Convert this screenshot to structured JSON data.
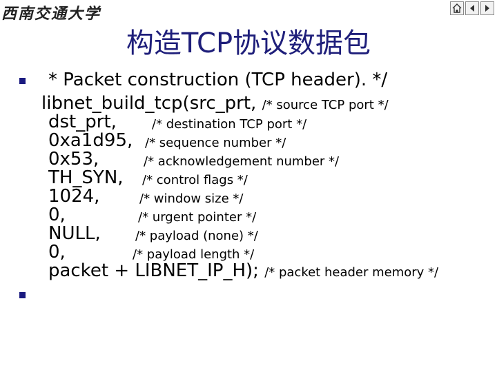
{
  "logo": {
    "text": "西南交通大学"
  },
  "title": "构造TCP协议数据包",
  "nav": {
    "home_icon": "home-icon",
    "prev_icon": "left-arrow-icon",
    "next_icon": "right-arrow-icon"
  },
  "code": {
    "header": "* Packet construction (TCP header). */",
    "call": "libnet_build_tcp(src_prt,",
    "call_comment": "/* source TCP port */",
    "args": [
      {
        "text": "dst_prt,",
        "comment": "/* destination TCP port */"
      },
      {
        "text": "0xa1d95,",
        "comment": "/* sequence number */"
      },
      {
        "text": "0x53,",
        "comment": "/* acknowledgement number */"
      },
      {
        "text": "TH_SYN,",
        "comment": "/* control flags */"
      },
      {
        "text": "1024,",
        "comment": "/* window size */"
      },
      {
        "text": "0,",
        "comment": "/* urgent pointer */"
      },
      {
        "text": "NULL,",
        "comment": "/* payload (none) */"
      },
      {
        "text": "0,",
        "comment": "/* payload length */"
      },
      {
        "text": "packet + LIBNET_IP_H);",
        "comment": "/* packet header memory */"
      }
    ]
  },
  "colors": {
    "title": "#1e1e7a",
    "bullet": "#1a1a80"
  }
}
